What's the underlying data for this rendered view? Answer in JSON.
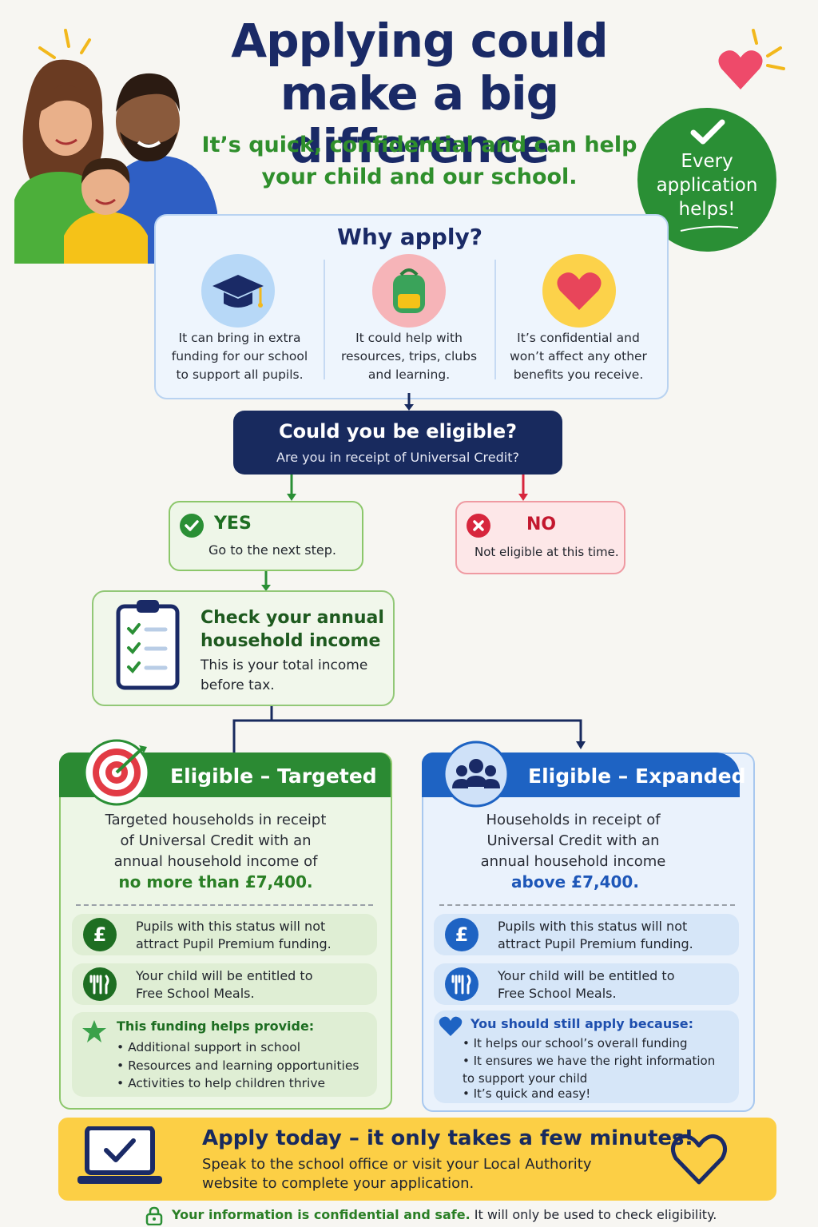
{
  "header": {
    "title": "Applying could make a big difference",
    "subtitle": "It’s quick, confidential and can help your child and our school."
  },
  "badge": {
    "text": "Every application helps!"
  },
  "why": {
    "title": "Why apply?",
    "columns": [
      {
        "text": "It can bring in extra funding for our school to support all pupils.",
        "icon": "graduation-cap-icon"
      },
      {
        "text": "It could help with resources, trips, clubs and learning.",
        "icon": "backpack-icon"
      },
      {
        "text": "It’s confidential and won’t affect any other benefits you receive.",
        "icon": "heart-icon"
      }
    ]
  },
  "question": {
    "title": "Could you be eligible?",
    "subtitle": "Are you in receipt of Universal Credit?"
  },
  "yes": {
    "label": "YES",
    "text": "Go to the next step."
  },
  "no": {
    "label": "NO",
    "text": "Not eligible at this time."
  },
  "income": {
    "title": "Check your annual household income",
    "text": "This is your total income before tax."
  },
  "targeted": {
    "title": "Eligible – Targeted",
    "desc": "Targeted households in receipt of Universal Credit with an annual household income of",
    "highlight": "no more than £7,400.",
    "rows": [
      {
        "text": "Pupils with this status will not attract Pupil Premium funding.",
        "icon": "pound-icon"
      },
      {
        "text": "Your child will be entitled to Free School Meals.",
        "icon": "cutlery-icon"
      }
    ],
    "list_title": "This funding helps provide:",
    "list": [
      "Additional support in school",
      "Resources and learning opportunities",
      "Activities to help children thrive"
    ]
  },
  "expanded": {
    "title": "Eligible – Expanded",
    "desc": "Households in receipt of Universal Credit with an annual household income",
    "highlight": "above £7,400.",
    "rows": [
      {
        "text": "Pupils with this status will not attract Pupil Premium funding.",
        "icon": "pound-icon"
      },
      {
        "text": "Your child will be entitled to Free School Meals.",
        "icon": "cutlery-icon"
      }
    ],
    "list_title": "You should still apply because:",
    "list": [
      "It helps our school’s overall funding",
      "It ensures we have the right information to support your child",
      "It’s quick and easy!"
    ]
  },
  "banner": {
    "title": "Apply today – it only takes a few minutes!",
    "text": "Speak to the school office or visit your Local Authority website to complete your application."
  },
  "footer": {
    "strong": "Your information is confidential and safe.",
    "text": "It will only be used to check eligibility."
  },
  "colors": {
    "navy": "#1a2a66",
    "green": "#2a8f35",
    "blue": "#1e63c3",
    "red": "#d7263d",
    "yellow": "#fccf45"
  }
}
